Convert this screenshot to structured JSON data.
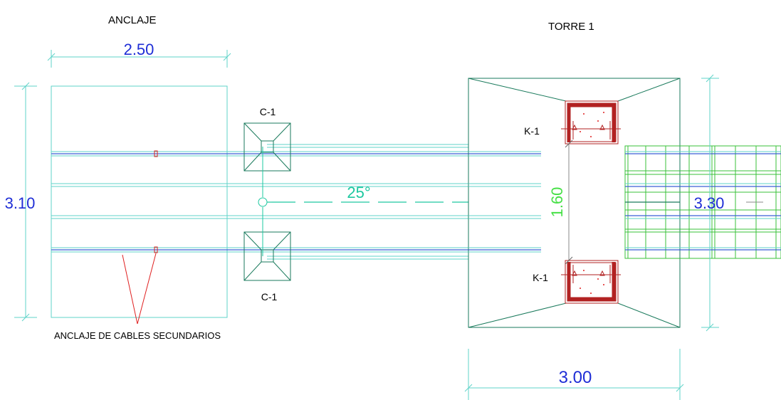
{
  "labels": {
    "anclaje_title": "ANCLAJE",
    "torre_title": "TORRE 1",
    "column_top": "C-1",
    "column_bottom": "C-1",
    "k_top": "K-1",
    "k_bottom": "K-1",
    "note": "ANCLAJE DE CABLES SECUNDARIOS"
  },
  "dimensions": {
    "anchor_width": "2.50",
    "anchor_height": "3.10",
    "tower_width": "3.00",
    "tower_height": "3.30",
    "tower_gap": "1.60",
    "angle": "25°"
  },
  "colors": {
    "outline": "#5fd3c9",
    "footing": "#1a7a5c",
    "cable": "#3a5fd6",
    "dim_text": "#1f2ed6",
    "angle_text": "#1ec8a0",
    "gap_text": "#47e047",
    "column_red": "#b22222",
    "note_leader": "#e02020",
    "grid": "#39c239"
  }
}
